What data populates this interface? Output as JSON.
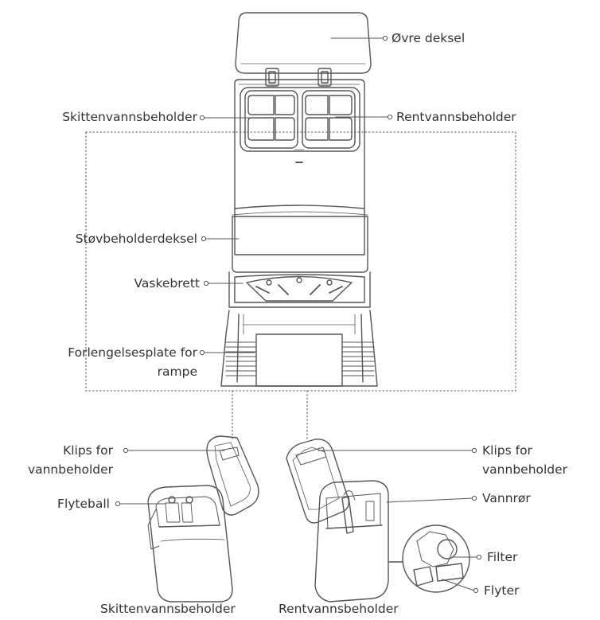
{
  "labels": {
    "upper_cover": "Øvre deksel",
    "dirty_tank_top": "Skittenvannsbeholder",
    "clean_tank_top": "Rentvannsbeholder",
    "dust_cover": "Støvbeholderdeksel",
    "wash_tray": "Vaskebrett",
    "ramp_ext_line1": "Forlengelsesplate for",
    "ramp_ext_line2": "rampe",
    "clip_left_line1": "Klips for",
    "clip_left_line2": "vannbeholder",
    "clip_right_line1": "Klips for",
    "clip_right_line2": "vannbeholder",
    "float_ball": "Flyteball",
    "water_pipe": "Vannrør",
    "filter": "Filter",
    "floater": "Flyter",
    "dirty_tank_bottom": "Skittenvannsbeholder",
    "clean_tank_bottom": "Rentvannsbeholder"
  },
  "colors": {
    "line": "#555555",
    "text": "#333333"
  }
}
